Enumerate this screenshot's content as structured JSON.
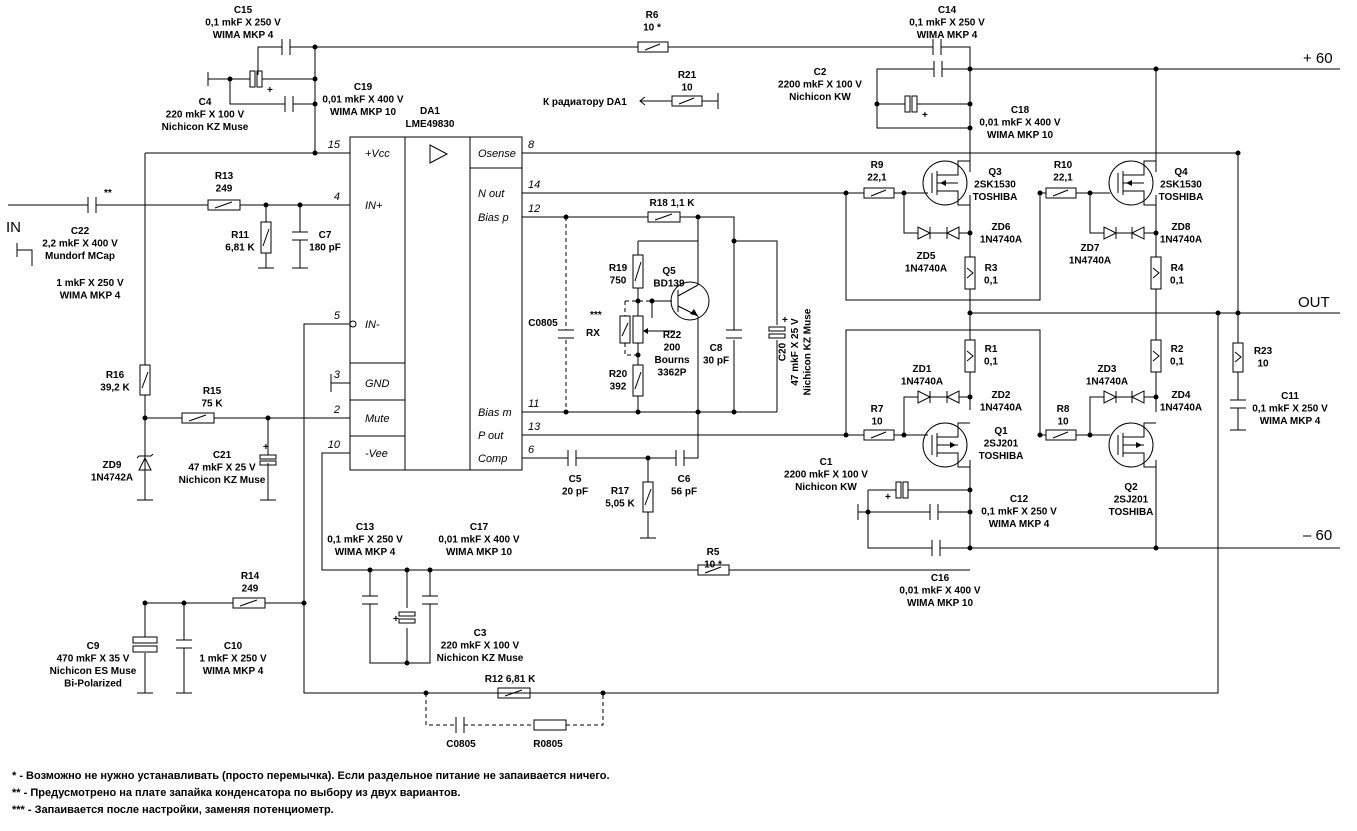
{
  "chip": {
    "ref": "DA1",
    "part": "LME49830",
    "pins": [
      {
        "num": "15",
        "name": "+Vcc"
      },
      {
        "num": "4",
        "name": "IN+"
      },
      {
        "num": "5",
        "name": "IN-"
      },
      {
        "num": "3",
        "name": "GND"
      },
      {
        "num": "2",
        "name": "Mute"
      },
      {
        "num": "10",
        "name": "-Vee"
      },
      {
        "num": "8",
        "name": "Osense"
      },
      {
        "num": "14",
        "name": "N out"
      },
      {
        "num": "12",
        "name": "Bias p"
      },
      {
        "num": "11",
        "name": "Bias m"
      },
      {
        "num": "13",
        "name": "P out"
      },
      {
        "num": "6",
        "name": "Comp"
      }
    ]
  },
  "rails": {
    "pos": "+ 60",
    "neg": "– 60",
    "out": "OUT",
    "in": "IN"
  },
  "radiator_label": "К радиатору DA1",
  "labels": [
    {
      "id": "c15",
      "lines": [
        "C15",
        "0,1 mkF X 250 V",
        "WIMA MKP 4"
      ]
    },
    {
      "id": "r6",
      "lines": [
        "R6",
        "10 *"
      ]
    },
    {
      "id": "c14",
      "lines": [
        "C14",
        "0,1 mkF X 250 V",
        "WIMA MKP 4"
      ]
    },
    {
      "id": "c2",
      "lines": [
        "C2",
        "2200 mkF X 100 V",
        "Nichicon KW"
      ]
    },
    {
      "id": "r21",
      "lines": [
        "R21",
        "10"
      ]
    },
    {
      "id": "c4",
      "lines": [
        "C4",
        "220 mkF X 100 V",
        "Nichicon KZ Muse"
      ]
    },
    {
      "id": "c19",
      "lines": [
        "C19",
        "0,01 mkF X 400 V",
        "WIMA MKP 10"
      ]
    },
    {
      "id": "c18",
      "lines": [
        "C18",
        "0,01 mkF X 400 V",
        "WIMA MKP 10"
      ]
    },
    {
      "id": "r13",
      "lines": [
        "R13",
        "249"
      ]
    },
    {
      "id": "c22",
      "lines": [
        "C22",
        "2,2 mkF X 400 V",
        "Mundorf MCap"
      ]
    },
    {
      "id": "c22b",
      "lines": [
        "1 mkF X 250 V",
        "WIMA MKP 4"
      ]
    },
    {
      "id": "r11",
      "lines": [
        "R11",
        "6,81 K"
      ]
    },
    {
      "id": "c7",
      "lines": [
        "C7",
        "180 pF"
      ]
    },
    {
      "id": "r9",
      "lines": [
        "R9",
        "22,1"
      ]
    },
    {
      "id": "q3",
      "lines": [
        "Q3",
        "2SK1530",
        "TOSHIBA"
      ]
    },
    {
      "id": "r10",
      "lines": [
        "R10",
        "22,1"
      ]
    },
    {
      "id": "q4",
      "lines": [
        "Q4",
        "2SK1530",
        "TOSHIBA"
      ]
    },
    {
      "id": "r18",
      "lines": [
        "R18  1,1 K"
      ]
    },
    {
      "id": "zd6",
      "lines": [
        "ZD6",
        "1N4740A"
      ]
    },
    {
      "id": "zd5",
      "lines": [
        "ZD5",
        "1N4740A"
      ]
    },
    {
      "id": "zd7",
      "lines": [
        "ZD7",
        "1N4740A"
      ]
    },
    {
      "id": "zd8",
      "lines": [
        "ZD8",
        "1N4740A"
      ]
    },
    {
      "id": "r19",
      "lines": [
        "R19",
        "750"
      ]
    },
    {
      "id": "q5",
      "lines": [
        "Q5",
        "BD139"
      ]
    },
    {
      "id": "r3",
      "lines": [
        "R3",
        "0,1"
      ]
    },
    {
      "id": "r4",
      "lines": [
        "R4",
        "0,1"
      ]
    },
    {
      "id": "c0805a",
      "lines": [
        "C0805"
      ]
    },
    {
      "id": "rx",
      "lines": [
        "RX"
      ]
    },
    {
      "id": "r22",
      "lines": [
        "R22",
        "200",
        "Bourns",
        "3362P"
      ]
    },
    {
      "id": "c8",
      "lines": [
        "C8",
        "30 pF"
      ]
    },
    {
      "id": "c20",
      "lines": [
        "C20",
        "47 mkF X 25 V",
        "Nichicon KZ Muse"
      ]
    },
    {
      "id": "r20",
      "lines": [
        "R20",
        "392"
      ]
    },
    {
      "id": "r1",
      "lines": [
        "R1",
        "0,1"
      ]
    },
    {
      "id": "r2",
      "lines": [
        "R2",
        "0,1"
      ]
    },
    {
      "id": "r23",
      "lines": [
        "R23",
        "10"
      ]
    },
    {
      "id": "zd1",
      "lines": [
        "ZD1",
        "1N4740A"
      ]
    },
    {
      "id": "zd2",
      "lines": [
        "ZD2",
        "1N4740A"
      ]
    },
    {
      "id": "zd3",
      "lines": [
        "ZD3",
        "1N4740A"
      ]
    },
    {
      "id": "zd4",
      "lines": [
        "ZD4",
        "1N4740A"
      ]
    },
    {
      "id": "c11",
      "lines": [
        "C11",
        "0,1 mkF X 250 V",
        "WIMA MKP 4"
      ]
    },
    {
      "id": "r16",
      "lines": [
        "R16",
        "39,2 K"
      ]
    },
    {
      "id": "r15",
      "lines": [
        "R15",
        "75 K"
      ]
    },
    {
      "id": "c21",
      "lines": [
        "C21",
        "47 mkF X 25 V",
        "Nichicon KZ Muse"
      ]
    },
    {
      "id": "zd9",
      "lines": [
        "ZD9",
        "1N4742A"
      ]
    },
    {
      "id": "r7",
      "lines": [
        "R7",
        "10"
      ]
    },
    {
      "id": "q1",
      "lines": [
        "Q1",
        "2SJ201",
        "TOSHIBA"
      ]
    },
    {
      "id": "r8",
      "lines": [
        "R8",
        "10"
      ]
    },
    {
      "id": "q2",
      "lines": [
        "Q2",
        "2SJ201",
        "TOSHIBA"
      ]
    },
    {
      "id": "c5",
      "lines": [
        "C5",
        "20 pF"
      ]
    },
    {
      "id": "r17",
      "lines": [
        "R17",
        "5,05 K"
      ]
    },
    {
      "id": "c6",
      "lines": [
        "C6",
        "56 pF"
      ]
    },
    {
      "id": "c1",
      "lines": [
        "C1",
        "2200 mkF X 100 V",
        "Nichicon KW"
      ]
    },
    {
      "id": "c12",
      "lines": [
        "C12",
        "0,1 mkF X 250 V",
        "WIMA MKP 4"
      ]
    },
    {
      "id": "c13",
      "lines": [
        "C13",
        "0,1 mkF X 250 V",
        "WIMA MKP 4"
      ]
    },
    {
      "id": "c17",
      "lines": [
        "C17",
        "0,01 mkF X 400 V",
        "WIMA MKP 10"
      ]
    },
    {
      "id": "r5",
      "lines": [
        "R5",
        "10 *"
      ]
    },
    {
      "id": "c16",
      "lines": [
        "C16",
        "0,01 mkF X 400 V",
        "WIMA MKP 10"
      ]
    },
    {
      "id": "r14",
      "lines": [
        "R14",
        "249"
      ]
    },
    {
      "id": "c3",
      "lines": [
        "C3",
        "220 mkF X 100 V",
        "Nichicon KZ Muse"
      ]
    },
    {
      "id": "c9",
      "lines": [
        "C9",
        "470 mkF X 35 V",
        "Nichicon ES Muse",
        "Bi-Polarized"
      ]
    },
    {
      "id": "c10",
      "lines": [
        "C10",
        "1 mkF X 250 V",
        "WIMA MKP 4"
      ]
    },
    {
      "id": "r12",
      "lines": [
        "R12  6,81 K"
      ]
    },
    {
      "id": "c0805b",
      "lines": [
        "C0805"
      ]
    },
    {
      "id": "r0805",
      "lines": [
        "R0805"
      ]
    }
  ],
  "notes": [
    "*  - Возможно не нужно устанавливать (просто перемычка). Если раздельное питание не запаивается ничего.",
    "** - Предусмотрено на плате запайка конденсатора по выбору из двух вариантов.",
    "*** - Запаивается после настройки, заменяя потенциометр."
  ],
  "marks": {
    "star2": "**",
    "star3": "***",
    "plus": "+"
  }
}
